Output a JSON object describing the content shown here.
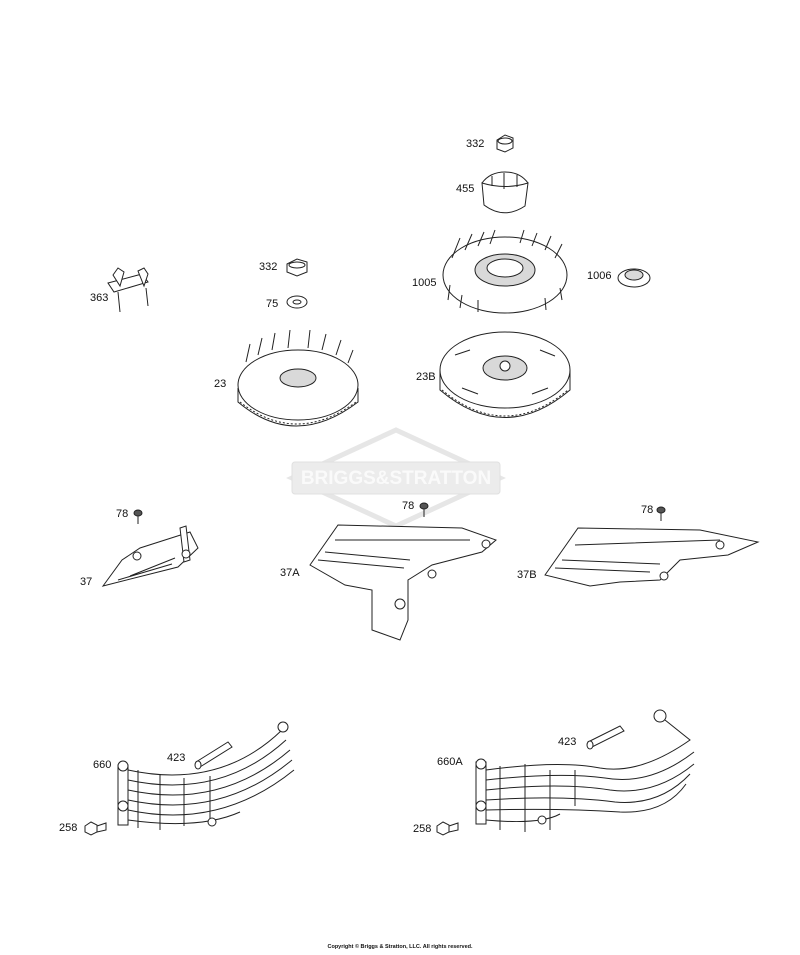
{
  "watermark": {
    "text": "BRIGGS&STRATTON",
    "color": "#e6e6e6"
  },
  "copyright": "Copyright © Briggs & Stratton, LLC. All rights reserved.",
  "callouts": {
    "c332_top": "332",
    "c455": "455",
    "c1005": "1005",
    "c1006": "1006",
    "c363": "363",
    "c332_mid": "332",
    "c75": "75",
    "c23": "23",
    "c23B": "23B",
    "c78_left": "78",
    "c78_mid": "78",
    "c78_right": "78",
    "c37": "37",
    "c37A": "37A",
    "c37B": "37B",
    "c660": "660",
    "c423_left": "423",
    "c258_left": "258",
    "c660A": "660A",
    "c423_right": "423",
    "c258_right": "258"
  }
}
